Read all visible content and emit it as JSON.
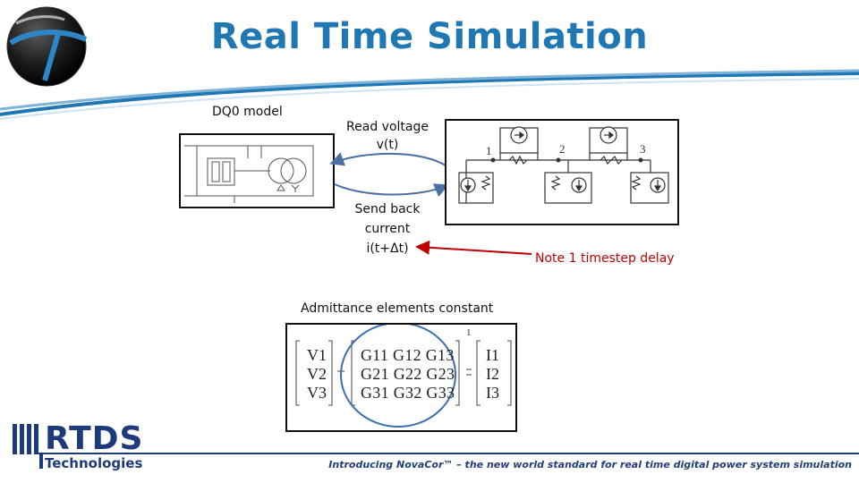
{
  "slide": {
    "title": "Real Time Simulation",
    "dqo_label": "DQ0 model",
    "read_voltage": [
      "Read voltage",
      "v(t)"
    ],
    "send_back": [
      "Send back",
      "current",
      "i(t+Δt)"
    ],
    "note": "Note 1 timestep delay",
    "admittance_label": "Admittance elements constant",
    "footer": "Introducing NovaCor™ – the new world standard for real time digital power system simulation"
  },
  "network": {
    "nodes": [
      "1",
      "2",
      "3"
    ]
  },
  "matrix": {
    "v": [
      "V1",
      "V2",
      "V3"
    ],
    "g": [
      "G11 G12 G13",
      "G21 G22 G23",
      "G31 G32 G33"
    ],
    "i": [
      "I1",
      "I2",
      "I3"
    ],
    "top_label": "1"
  },
  "logo": {
    "name": "RTDS",
    "sub": "Technologies"
  },
  "colors": {
    "title": "#1f78b4",
    "note": "#c00000",
    "arrow": "#4a6fa5",
    "brand": "#1d3a7a"
  }
}
